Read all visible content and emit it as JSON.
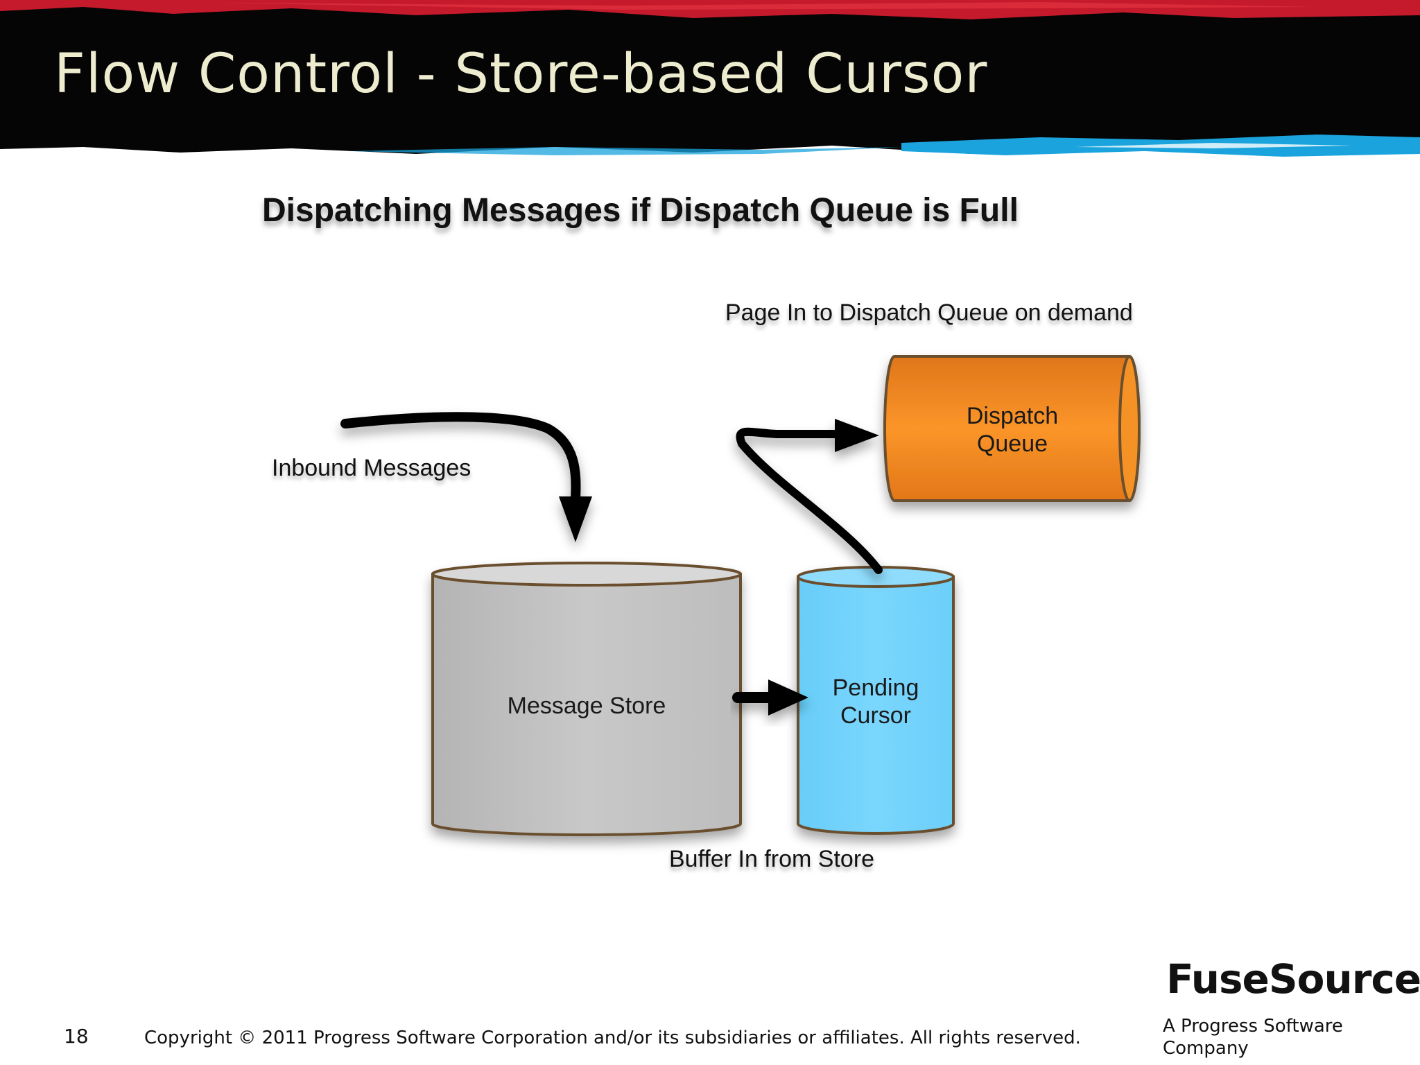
{
  "slide": {
    "title": "Flow Control - Store-based Cursor",
    "page_number": "18",
    "copyright": "Copyright © 2011  Progress Software Corporation and/or its subsidiaries or affiliates. All rights reserved.",
    "logo": "FuseSource",
    "logo_tagline": "A Progress Software Company"
  },
  "diagram": {
    "title": "Dispatching Messages  if Dispatch Queue is Full",
    "labels": {
      "inbound": "Inbound Messages",
      "page_in": "Page In to Dispatch Queue on demand",
      "buffer_in": "Buffer In from Store"
    },
    "nodes": {
      "message_store": "Message Store",
      "pending_cursor_line1": "Pending",
      "pending_cursor_line2": "Cursor",
      "dispatch_queue_line1": "Dispatch",
      "dispatch_queue_line2": "Queue"
    },
    "colors": {
      "message_store": "#c4c4c4",
      "pending_cursor": "#76d3fb",
      "dispatch_queue": "#f28a1e",
      "header_red": "#c41a2c",
      "header_blue": "#1aa3dc"
    }
  }
}
